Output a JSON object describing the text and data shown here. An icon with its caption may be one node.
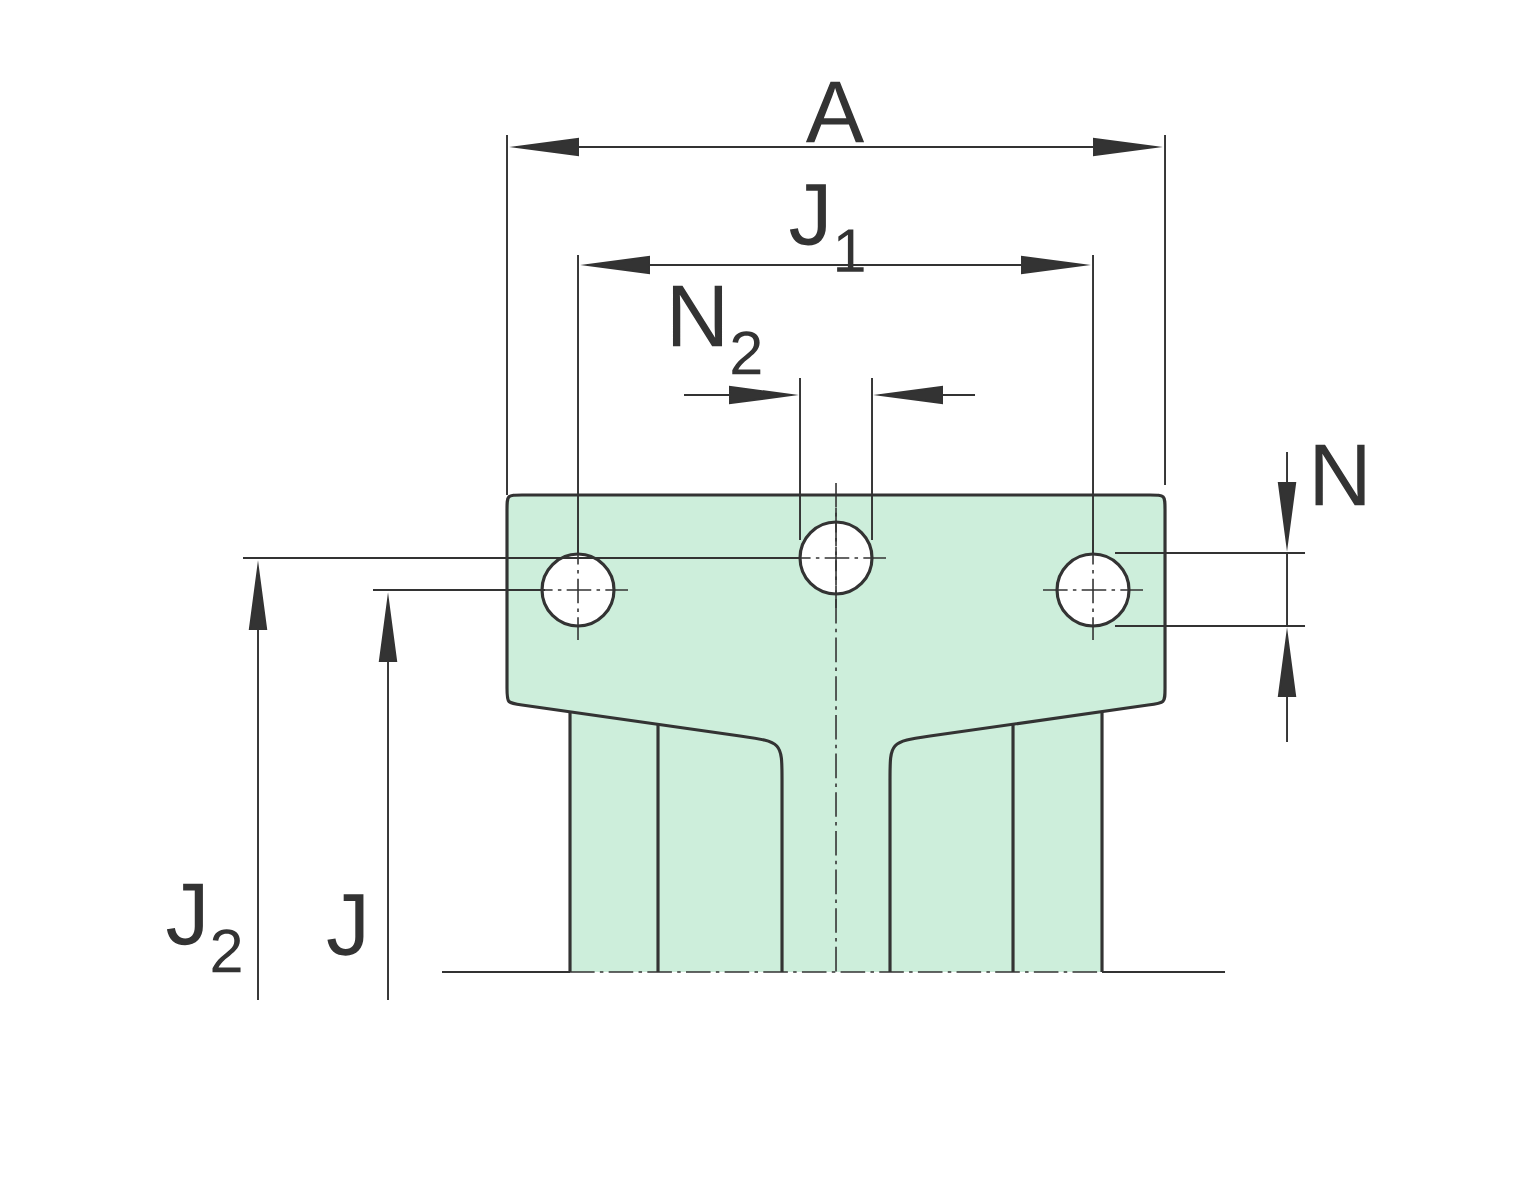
{
  "diagram": {
    "labels": [
      "A",
      "J$_{1}$",
      "N$_{2}$",
      "N",
      "J$_{2}$",
      "J"
    ]
  }
}
